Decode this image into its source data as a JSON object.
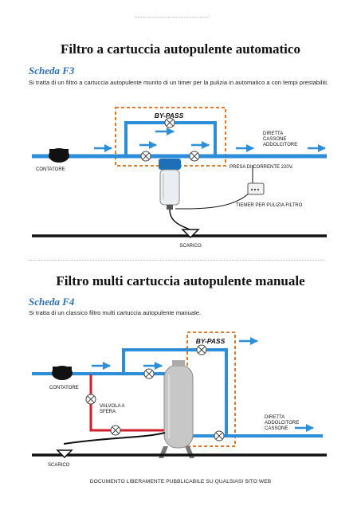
{
  "section1": {
    "title": "Filtro a cartuccia autopulente automatico",
    "subtitle": "Scheda F3",
    "description": "Si tratta di un filtro a cartuccia autopulente munito di un timer per la pulizia in automatico a con tempi prestabiliti.",
    "diagram": {
      "bypass": "BY-PASS",
      "meter": "CONTATORE",
      "direct_line1": "DIRETTA",
      "direct_line2": "CASSONE",
      "direct_line3": "ADDOLCITORE",
      "power": "PRESA DI CORRENTE 220V.",
      "timer": "TIEMER PER PULIZIA FILTRO",
      "drain": "SCARICO"
    }
  },
  "section2": {
    "title": "Filtro multi cartuccia autopulente manuale",
    "subtitle": "Scheda F4",
    "description": "Si tratta di un classico filtro multi cartuccia autopulente manuale.",
    "diagram": {
      "bypass": "BY-PASS",
      "meter": "CONTATORE",
      "valve_line1": "VALVOLA A",
      "valve_line2": "SFERA",
      "direct_line1": "DIRETTA",
      "direct_line2": "ADDOLCITORE",
      "direct_line3": "CASSONE",
      "drain": "SCARICO"
    }
  },
  "footer": "DOCUMENTO LIBERAMENTE PUBBLICABILE SU QUALSIASI SITO WEB",
  "colors": {
    "heading": "#111111",
    "subtitle": "#2f6fb3",
    "pipe": "#2c8ed8",
    "bypass": "#e0782e",
    "drain": "#111111",
    "valve": "#d01e2c"
  }
}
